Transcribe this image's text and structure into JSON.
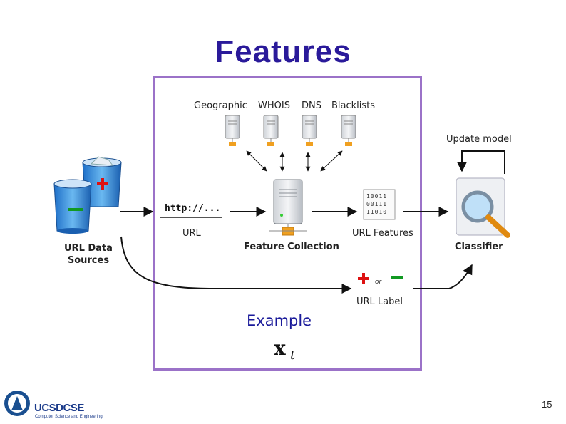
{
  "slide": {
    "title": "Features",
    "page_number": "15"
  },
  "diagram": {
    "sources": [
      "Geographic",
      "WHOIS",
      "DNS",
      "Blacklists"
    ],
    "url_data_sources": "URL Data\nSources",
    "url_text": "http://...",
    "url_label": "URL",
    "feature_collection": "Feature Collection",
    "url_features": "URL Features",
    "binary_rows": [
      "10011",
      "00111",
      "11010"
    ],
    "update_model": "Update model",
    "classifier": "Classifier",
    "or_text": "or",
    "url_label_caption": "URL Label",
    "example_text": "Example",
    "math_x": "x",
    "math_t": "t"
  },
  "logo": {
    "name": "UCSDCSE",
    "subtitle": "Computer Science and Engineering"
  },
  "colors": {
    "title": "#2a1a9a",
    "box_border": "#9b72c8",
    "plus_sign": "#dd1111",
    "minus_sign": "#119922"
  }
}
